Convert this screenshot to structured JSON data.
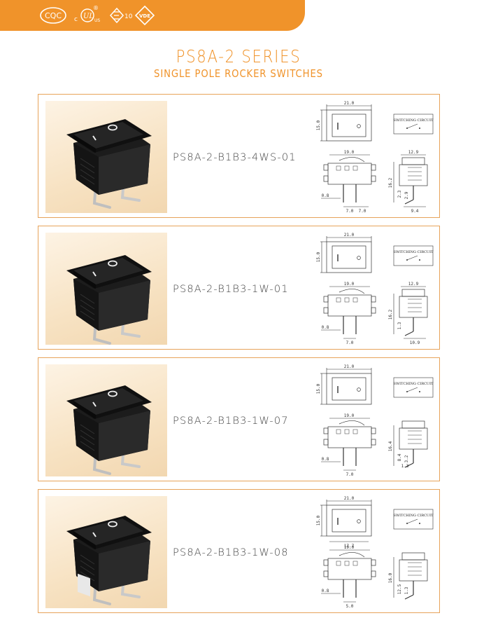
{
  "header": {
    "logos": [
      {
        "name": "cqc-logo",
        "text": "CQC"
      },
      {
        "name": "ul-logo",
        "text": "®"
      },
      {
        "name": "enec-logo",
        "text": "10"
      },
      {
        "name": "vde-logo",
        "text": "VDE"
      }
    ],
    "accent_color": "#f0932a"
  },
  "title": "PS8A-2  SERIES",
  "subtitle": "SINGLE POLE ROCKER SWITCHES",
  "products": [
    {
      "model": "PS8A-2-B1B3-4WS-01",
      "circuit_label": "SWITCHING CIRCUIT",
      "dims": {
        "top_w": "21.0",
        "top_h": "15.0",
        "front_w": "19.0",
        "side_w": "12.9",
        "height": "16.2",
        "pin_t": "0.8",
        "pitch_a": "7.0",
        "pitch_b": "7.0",
        "side_a": "2.3",
        "side_b": "2.9",
        "side_depth": "9.4"
      }
    },
    {
      "model": "PS8A-2-B1B3-1W-01",
      "circuit_label": "SWITCHING CIRCUIT",
      "dims": {
        "top_w": "21.0",
        "top_h": "15.0",
        "front_w": "19.0",
        "side_w": "12.9",
        "height": "16.2",
        "pin_t": "0.8",
        "pitch_a": "7.0",
        "side_a": "1.3",
        "side_depth": "10.9"
      }
    },
    {
      "model": "PS8A-2-B1B3-1W-07",
      "circuit_label": "SWITCHING CIRCUIT",
      "dims": {
        "top_w": "21.0",
        "top_h": "15.0",
        "front_w": "19.0",
        "height": "16.4",
        "pin_t": "0.8",
        "pitch_a": "7.0",
        "side_a": "8.4",
        "side_b": "3.2",
        "side_c": "1.3"
      }
    },
    {
      "model": "PS8A-2-B1B3-1W-08",
      "circuit_label": "SWITCHING CIRCUIT",
      "dims": {
        "top_w": "21.0",
        "top_h": "15.0",
        "bottom_w": "17.7",
        "front_w": "19.0",
        "height": "16.0",
        "pin_t": "0.8",
        "pitch_a": "5.0",
        "side_a": "12.5",
        "side_b": "1.3"
      }
    }
  ]
}
